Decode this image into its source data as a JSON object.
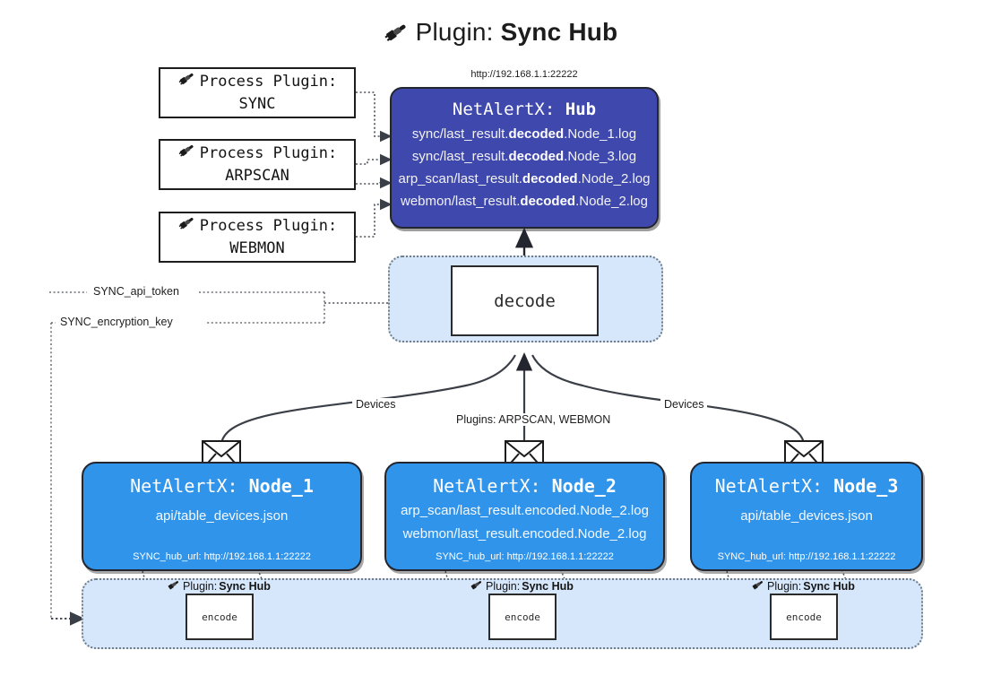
{
  "title": {
    "prefix": "Plugin:",
    "name": "Sync Hub",
    "icon": "plug-icon"
  },
  "colors": {
    "hub_fill": "#3f48ac",
    "node_fill": "#2f94ea",
    "container_fill": "#d6e7fb",
    "border": "#23262f",
    "page_bg": "#ffffff"
  },
  "process_plugins": [
    {
      "line1": "Process Plugin:",
      "line2": "SYNC",
      "icon": "plug-icon"
    },
    {
      "line1": "Process Plugin:",
      "line2": "ARPSCAN",
      "icon": "plug-icon"
    },
    {
      "line1": "Process Plugin:",
      "line2": "WEBMON",
      "icon": "plug-icon"
    }
  ],
  "hub": {
    "url": "http://192.168.1.1:22222",
    "title_prefix": "NetAlertX:",
    "title_name": "Hub",
    "logs": [
      {
        "pre": "sync/last_result.",
        "bold": "decoded",
        "post": ".Node_1.log"
      },
      {
        "pre": "sync/last_result.",
        "bold": "decoded",
        "post": ".Node_3.log"
      },
      {
        "pre": "arp_scan/last_result.",
        "bold": "decoded",
        "post": ".Node_2.log"
      },
      {
        "pre": "webmon/last_result.",
        "bold": "decoded",
        "post": ".Node_2.log"
      }
    ]
  },
  "decode": {
    "label": "decode"
  },
  "settings": {
    "api_token": "SYNC_api_token",
    "encryption_key": "SYNC_encryption_key"
  },
  "edges": {
    "devices_left": "Devices",
    "devices_right": "Devices",
    "plugins_center": "Plugins: ARPSCAN, WEBMON"
  },
  "nodes": [
    {
      "title_prefix": "NetAlertX:",
      "title_name": "Node_1",
      "lines": [
        "api/table_devices.json"
      ],
      "hub_url_label": "SYNC_hub_url: http://192.168.1.1:22222",
      "icon": "envelope-icon"
    },
    {
      "title_prefix": "NetAlertX:",
      "title_name": "Node_2",
      "lines": [
        "arp_scan/last_result.encoded.Node_2.log",
        "webmon/last_result.encoded.Node_2.log"
      ],
      "hub_url_label": "SYNC_hub_url: http://192.168.1.1:22222",
      "icon": "envelope-icon"
    },
    {
      "title_prefix": "NetAlertX:",
      "title_name": "Node_3",
      "lines": [
        "api/table_devices.json"
      ],
      "hub_url_label": "SYNC_hub_url: http://192.168.1.1:22222",
      "icon": "envelope-icon"
    }
  ],
  "encoders": [
    {
      "caption_prefix": "Plugin:",
      "caption_name": "Sync Hub",
      "label": "encode",
      "icon": "plug-icon"
    },
    {
      "caption_prefix": "Plugin:",
      "caption_name": "Sync Hub",
      "label": "encode",
      "icon": "plug-icon"
    },
    {
      "caption_prefix": "Plugin:",
      "caption_name": "Sync Hub",
      "label": "encode",
      "icon": "plug-icon"
    }
  ]
}
